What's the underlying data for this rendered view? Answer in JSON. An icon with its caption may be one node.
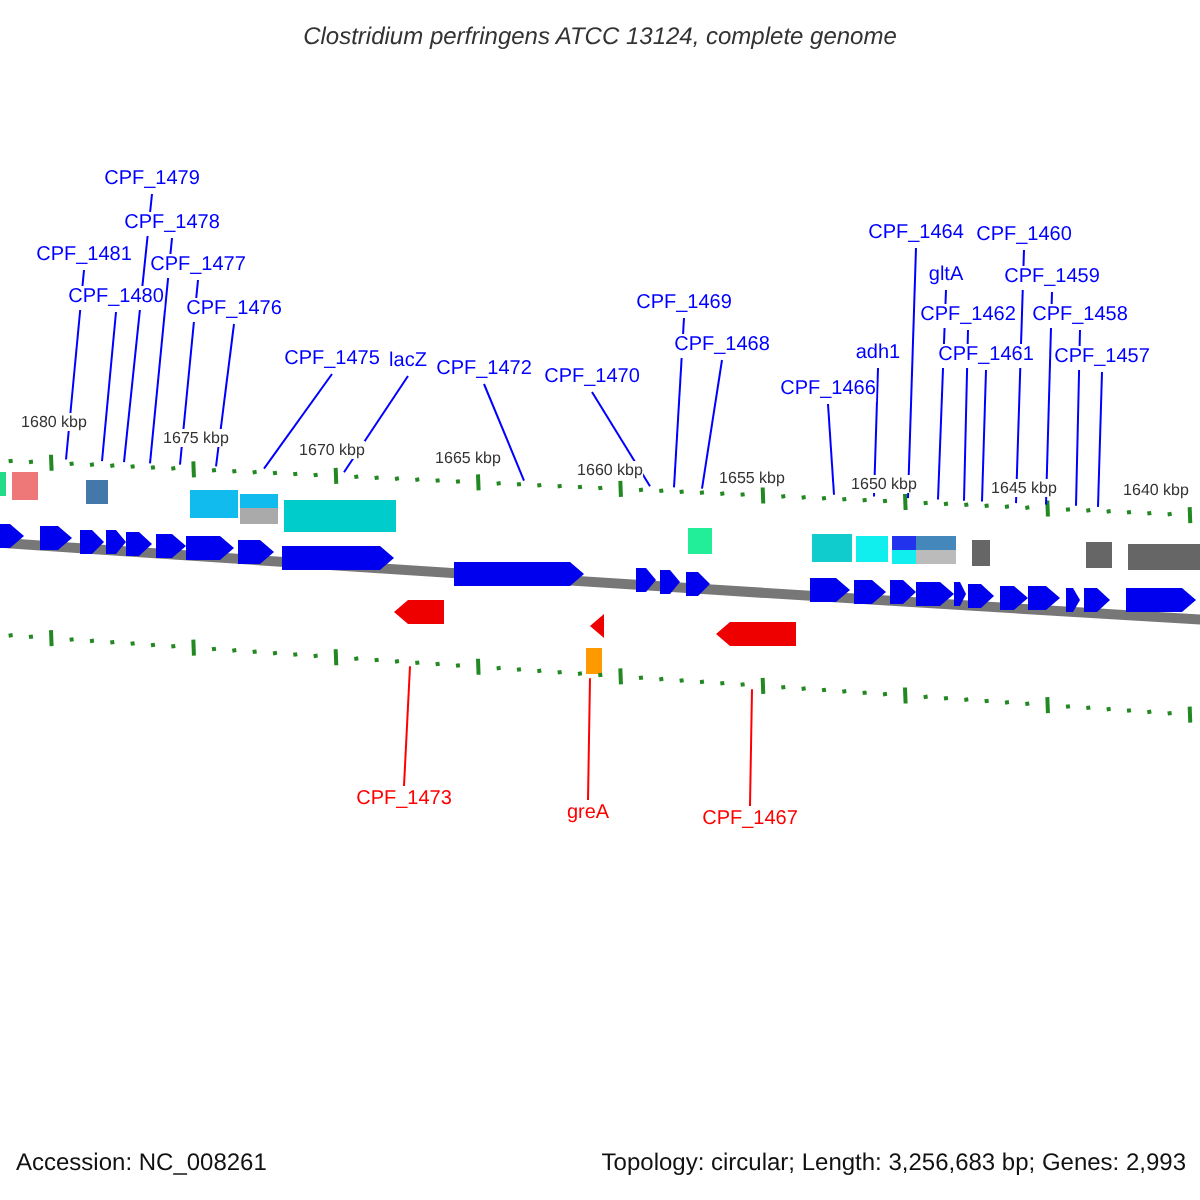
{
  "diagram": {
    "title": "Clostridium perfringens ATCC 13124, complete genome",
    "nodes": [
      {
        "text": [
          "CPF_1479"
        ]
      },
      {
        "text": [
          "CPF_1478"
        ]
      },
      {
        "text": [
          "CPF_1481"
        ]
      },
      {
        "text": [
          "CPF_1477"
        ]
      },
      {
        "text": [
          "CPF_1480"
        ]
      },
      {
        "text": [
          "CPF_1476"
        ]
      },
      {
        "text": [
          "CPF_1475"
        ]
      },
      {
        "text": [
          "lacZ"
        ]
      },
      {
        "text": [
          "CPF_1472"
        ]
      },
      {
        "text": [
          "CPF_1470"
        ]
      },
      {
        "text": [
          "CPF_1469"
        ]
      },
      {
        "text": [
          "CPF_1468"
        ]
      },
      {
        "text": [
          "CPF_1466"
        ]
      },
      {
        "text": [
          "adh1"
        ]
      },
      {
        "text": [
          "CPF_1464"
        ]
      },
      {
        "text": [
          "gltA"
        ]
      },
      {
        "text": [
          "CPF_1462"
        ]
      },
      {
        "text": [
          "CPF_1461"
        ]
      },
      {
        "text": [
          "CPF_1460"
        ]
      },
      {
        "text": [
          "CPF_1459"
        ]
      },
      {
        "text": [
          "CPF_1458"
        ]
      },
      {
        "text": [
          "CPF_1457"
        ]
      },
      {
        "text": [
          "CPF_1473"
        ]
      },
      {
        "text": [
          "greA"
        ]
      },
      {
        "text": [
          "CPF_1467"
        ]
      },
      {
        "text": [],
        "shape": "bar"
      },
      {
        "text": [],
        "shape": "bar"
      }
    ],
    "edges": [
      {
        "from": 0,
        "to": 25,
        "arrow": "none"
      },
      {
        "from": 1,
        "to": 25,
        "arrow": "none"
      },
      {
        "from": 2,
        "to": 25,
        "arrow": "none"
      },
      {
        "from": 3,
        "to": 25,
        "arrow": "none"
      },
      {
        "from": 4,
        "to": 25,
        "arrow": "none"
      },
      {
        "from": 5,
        "to": 25,
        "arrow": "none"
      },
      {
        "from": 6,
        "to": 25,
        "arrow": "none"
      },
      {
        "from": 7,
        "to": 25,
        "arrow": "none"
      },
      {
        "from": 8,
        "to": 25,
        "arrow": "none"
      },
      {
        "from": 9,
        "to": 25,
        "arrow": "none"
      },
      {
        "from": 10,
        "to": 25,
        "arrow": "none"
      },
      {
        "from": 11,
        "to": 25,
        "arrow": "none"
      },
      {
        "from": 12,
        "to": 25,
        "arrow": "none"
      },
      {
        "from": 13,
        "to": 25,
        "arrow": "none"
      },
      {
        "from": 14,
        "to": 25,
        "arrow": "none"
      },
      {
        "from": 15,
        "to": 25,
        "arrow": "none"
      },
      {
        "from": 16,
        "to": 25,
        "arrow": "none"
      },
      {
        "from": 17,
        "to": 25,
        "arrow": "none"
      },
      {
        "from": 18,
        "to": 25,
        "arrow": "none"
      },
      {
        "from": 19,
        "to": 25,
        "arrow": "none"
      },
      {
        "from": 20,
        "to": 25,
        "arrow": "none"
      },
      {
        "from": 21,
        "to": 25,
        "arrow": "none"
      },
      {
        "from": 22,
        "to": 26,
        "arrow": "none",
        "color": "#ff0000"
      },
      {
        "from": 23,
        "to": 26,
        "arrow": "none",
        "color": "#ff0000"
      },
      {
        "from": 24,
        "to": 26,
        "arrow": "none",
        "color": "#ff0000"
      }
    ],
    "labels": [
      "1680 kbp",
      "1675 kbp",
      "1670 kbp",
      "1665 kbp",
      "1660 kbp",
      "1655 kbp",
      "1650 kbp",
      "1645 kbp",
      "1640 kbp",
      "Accession: NC_008261",
      "Topology: circular; Length: 3,256,683 bp; Genes: 2,993"
    ]
  }
}
